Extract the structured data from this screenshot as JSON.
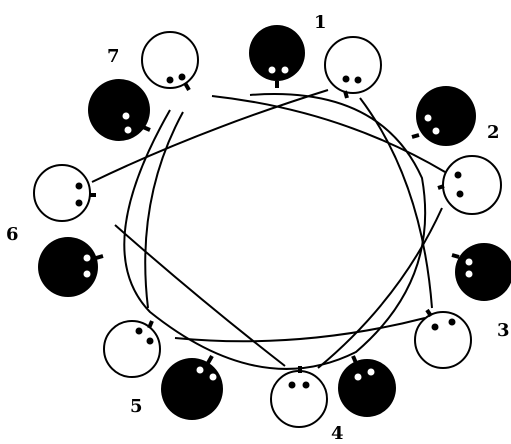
{
  "colors": {
    "background": "#ffffff",
    "outline": "#000000",
    "white_disc": "#ffffff",
    "black_disc": "#000000"
  },
  "figure": {
    "numbers": [
      "1",
      "2",
      "3",
      "4",
      "5",
      "6",
      "7"
    ],
    "white_disc_count": 7,
    "black_disc_count": 7
  }
}
